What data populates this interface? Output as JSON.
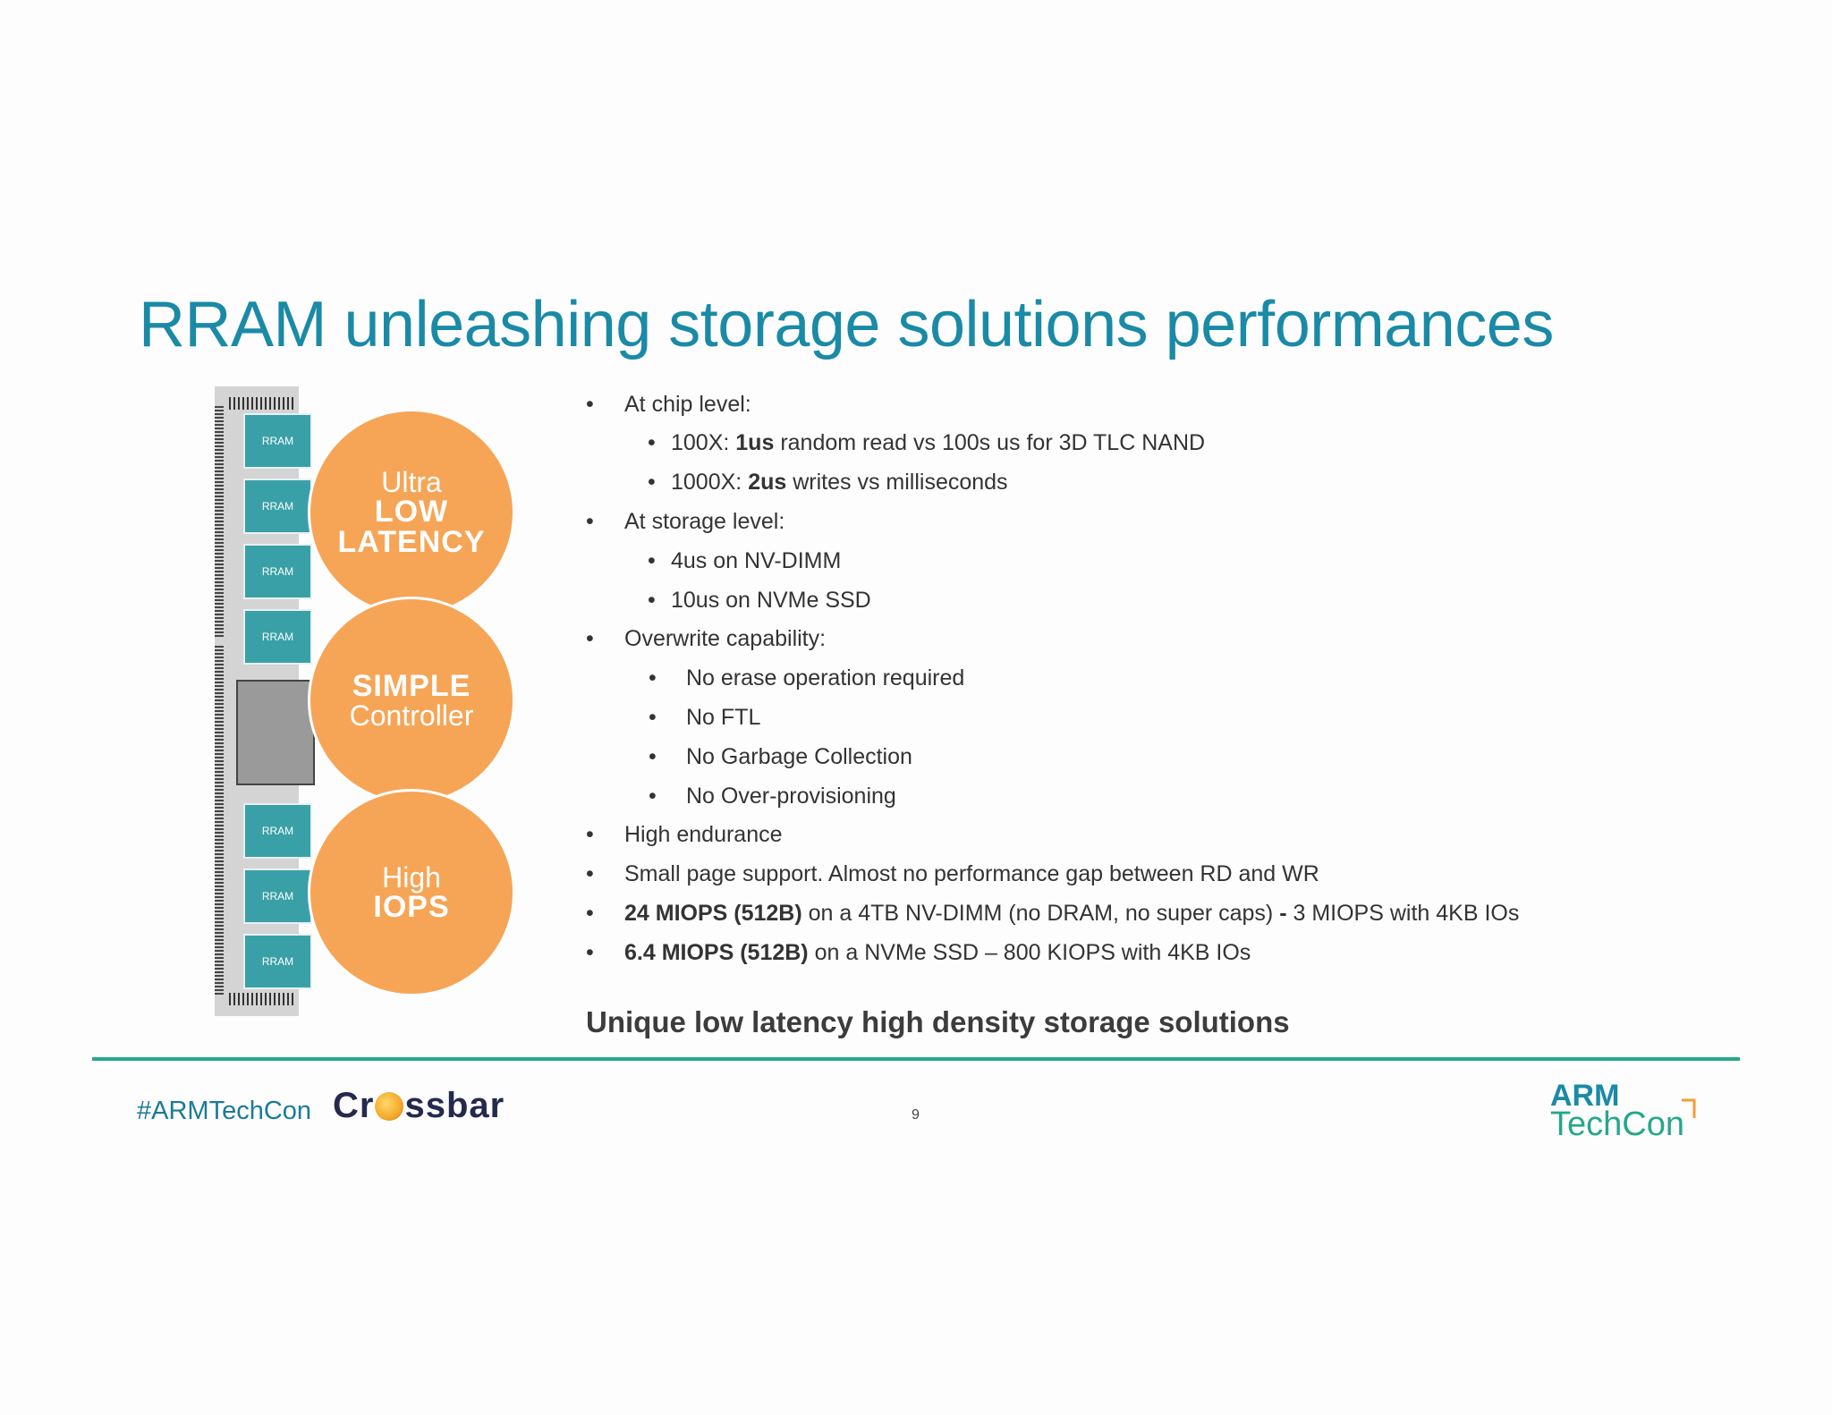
{
  "slide": {
    "title": "RRAM unleashing storage solutions performances",
    "summary": "Unique low latency high density storage solutions",
    "page_number": "9"
  },
  "figure": {
    "chip_label": "RRAM",
    "circles": {
      "latency": {
        "line1": "Ultra",
        "line2": "LOW",
        "line3": "LATENCY"
      },
      "controller": {
        "line1": "SIMPLE",
        "line2": "Controller"
      },
      "iops": {
        "line1": "High",
        "line2": "IOPS"
      }
    }
  },
  "bullets": {
    "chip_level": "At chip level:",
    "chip_read_prefix": "100X: ",
    "chip_read_bold": "1us",
    "chip_read_rest": " random read vs 100s us for 3D TLC NAND",
    "chip_write_prefix": "1000X: ",
    "chip_write_bold": "2us",
    "chip_write_rest": " writes vs milliseconds",
    "storage_level": "At storage level:",
    "nvdimm": "4us on NV-DIMM",
    "nvme": "10us on NVMe SSD",
    "overwrite": "Overwrite capability:",
    "no_erase": "No erase operation required",
    "no_ftl": "No FTL",
    "no_gc": "No Garbage Collection",
    "no_op": "No Over-provisioning",
    "endurance": "High endurance",
    "small_page": "Small page support. Almost no performance gap between RD and WR",
    "miops_bold": "24 MIOPS (512B)",
    "miops_rest": " on a 4TB NV-DIMM (no DRAM, no super caps) ",
    "miops_dash": "-",
    "miops_tail": " 3 MIOPS with 4KB IOs",
    "ssd_bold": "6.4 MIOPS (512B)",
    "ssd_rest": " on a NVMe SSD – 800 KIOPS with 4KB IOs"
  },
  "footer": {
    "hashtag": "#ARMTechCon",
    "crossbar_left": "Cr",
    "crossbar_right": "ssbar",
    "arm": "ARM",
    "techcon": "TechCon"
  },
  "colors": {
    "title": "#1a8aa6",
    "circle": "#f6a556",
    "chip": "#3aa0a8",
    "rule": "#27a78a"
  }
}
